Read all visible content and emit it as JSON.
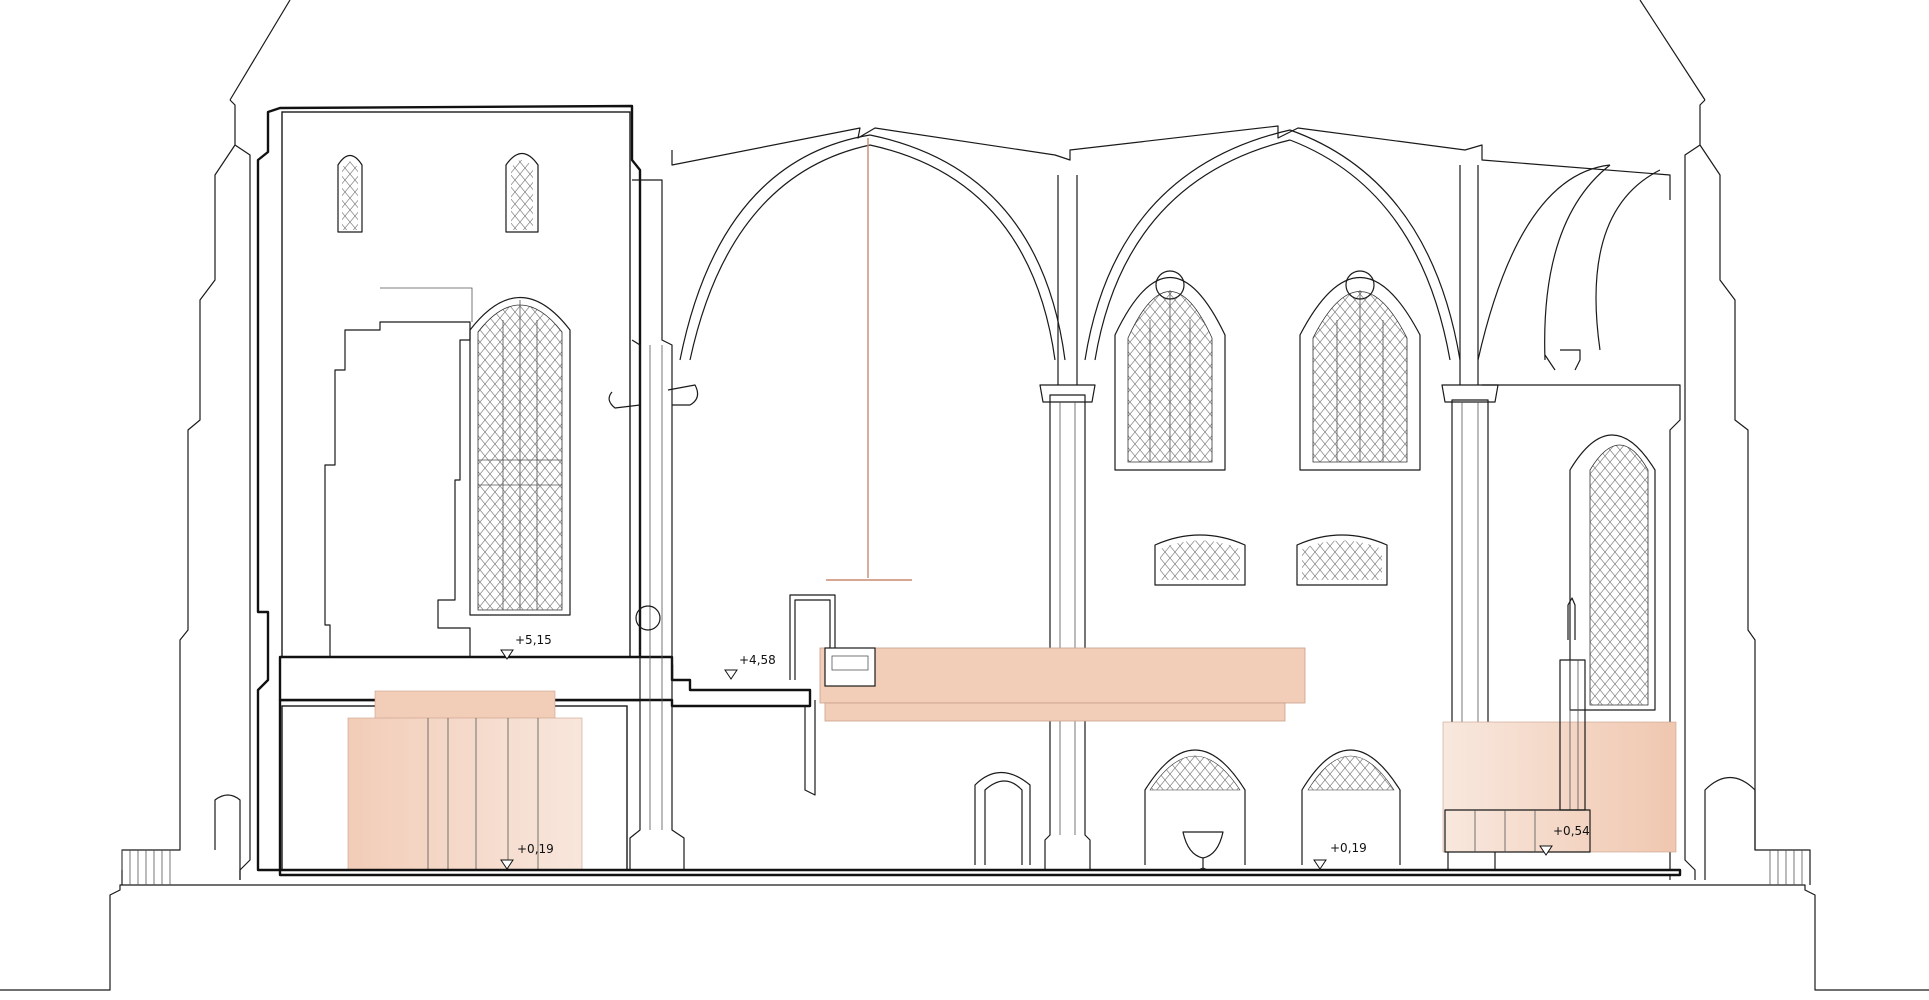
{
  "drawing": {
    "type": "architectural-section",
    "accent_color": "#f2cdb8",
    "accent_color_light": "#f8e4d8",
    "line_color": "#1a1a1a",
    "level_markers": [
      {
        "label": "+5,15"
      },
      {
        "label": "+4,58"
      },
      {
        "label": "+0,19"
      },
      {
        "label": "+0,19"
      },
      {
        "label": "+0,54"
      }
    ]
  }
}
